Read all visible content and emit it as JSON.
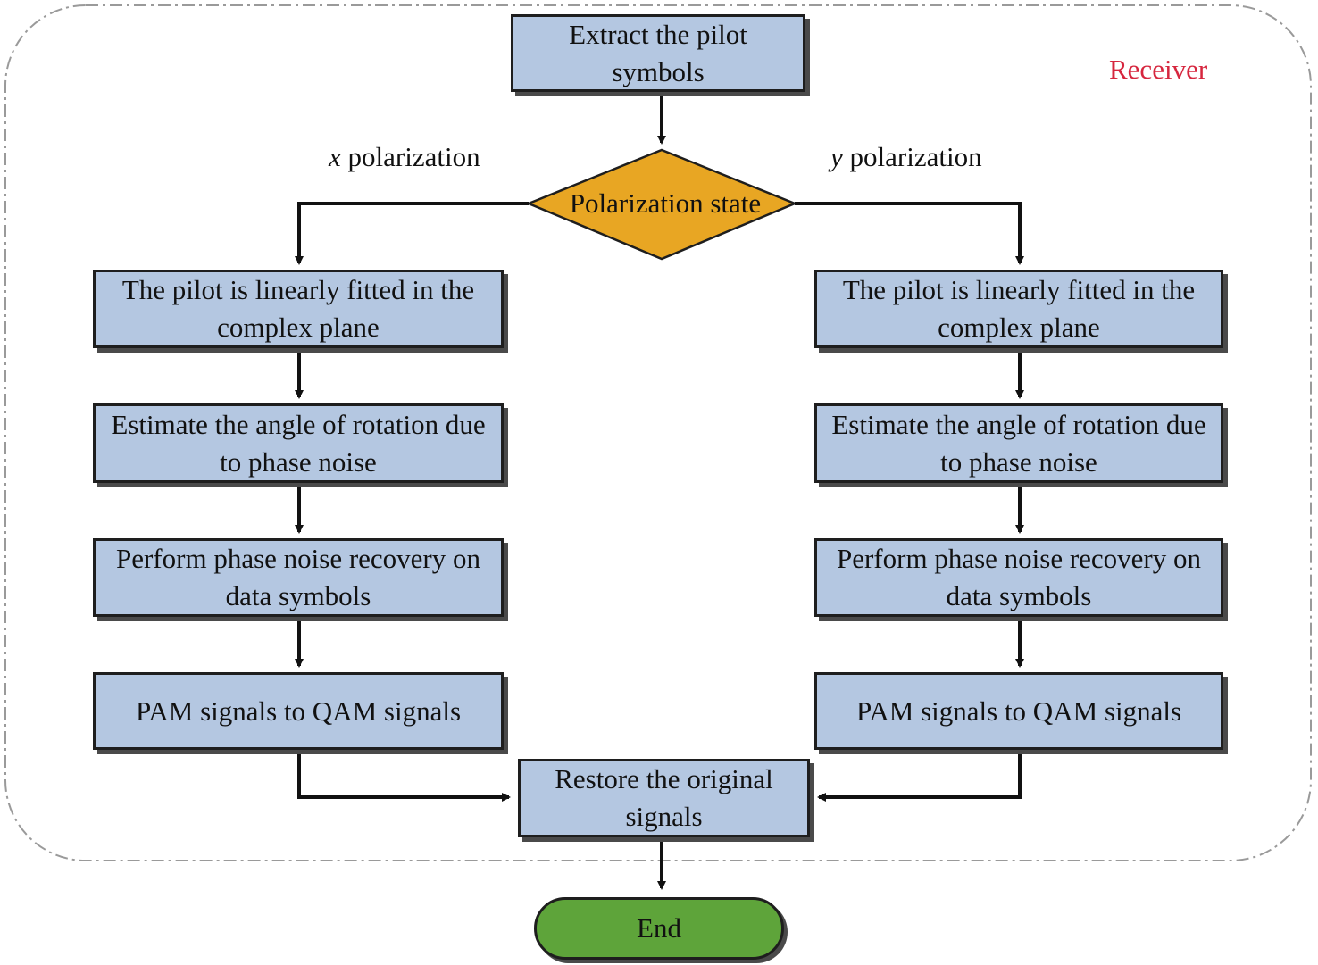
{
  "receiver_label": "Receiver",
  "top_box": "Extract the pilot symbols",
  "decision": "Polarization state",
  "x_branch": {
    "var": "x",
    "word": "polarization"
  },
  "y_branch": {
    "var": "y",
    "word": "polarization"
  },
  "steps": [
    "The pilot is linearly fitted in the complex plane",
    "Estimate the angle of rotation due to phase noise",
    "Perform phase noise recovery on data symbols",
    "PAM signals to QAM signals"
  ],
  "merge_box": "Restore the original signals",
  "end_label": "End",
  "colors": {
    "process_fill": "#b4c7e1",
    "decision_fill": "#e8a623",
    "end_fill": "#5ea43a",
    "receiver_label": "#d6263e"
  }
}
